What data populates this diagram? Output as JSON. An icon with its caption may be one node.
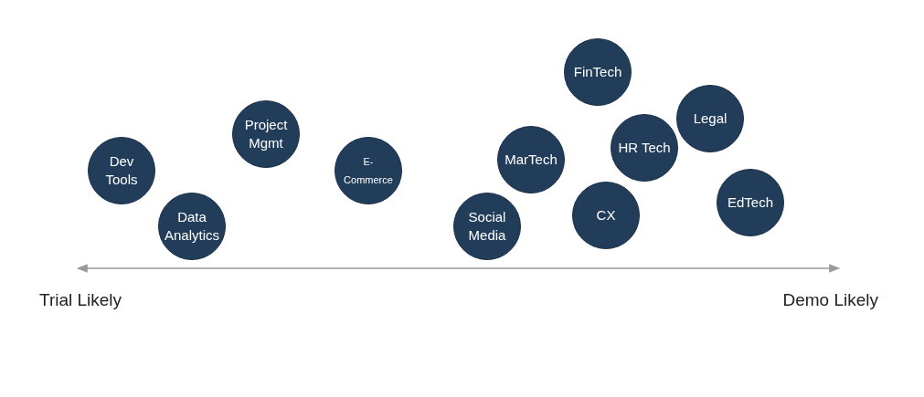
{
  "diagram": {
    "nodes": [
      {
        "text": [
          "Dev Tools"
        ]
      },
      {
        "text": [
          "Data Analytics"
        ]
      },
      {
        "text": [
          "Project Mgmt"
        ]
      },
      {
        "text": [
          "E-Commerce"
        ]
      },
      {
        "text": [
          "Social Media"
        ]
      },
      {
        "text": [
          "MarTech"
        ]
      },
      {
        "text": [
          "FinTech"
        ]
      },
      {
        "text": [
          "CX"
        ]
      },
      {
        "text": [
          "HR Tech"
        ]
      },
      {
        "text": [
          "Legal"
        ]
      },
      {
        "text": [
          "EdTech"
        ]
      }
    ],
    "edges": [],
    "labels": [
      "Trial Likely",
      "Demo Likely"
    ]
  }
}
